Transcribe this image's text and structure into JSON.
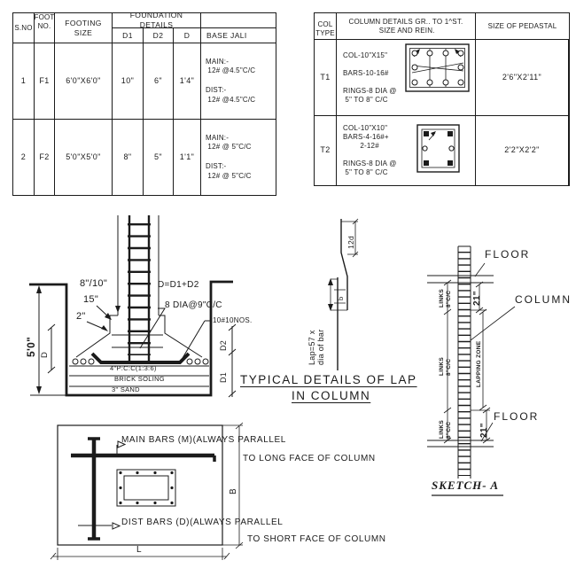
{
  "footing_table": {
    "headers": {
      "sno": "S.NO",
      "foot_no": "FOOT\nNO.",
      "footing_size": "FOOTING SIZE",
      "foundation_details": "FOUNDATION DETAILS",
      "d1": "D1",
      "d2": "D2",
      "d": "D",
      "base_jali": "BASE JALI"
    },
    "rows": [
      {
        "sno": "1",
        "foot_no": "F1",
        "size": "6'0\"X6'0\"",
        "d1": "10\"",
        "d2": "6\"",
        "d": "1'4\"",
        "base_jali": "MAIN:-\n 12# @4.5\"C/C\n\nDIST:-\n 12# @4.5\"C/C"
      },
      {
        "sno": "2",
        "foot_no": "F2",
        "size": "5'0\"X5'0\"",
        "d1": "8\"",
        "d2": "5\"",
        "d": "1'1\"",
        "base_jali": "MAIN:-\n 12# @ 5\"C/C\n\nDIST:-\n 12# @ 5\"C/C"
      }
    ]
  },
  "column_table": {
    "headers": {
      "col_type": "COL\nTYPE",
      "details": "COLUMN DETAILS GR.. TO 1^ST.\n SIZE AND REIN.",
      "pedestal": "SIZE OF PEDASTAL"
    },
    "rows": [
      {
        "type": "T1",
        "details": "COL-10\"X15\"\n\nBARS-10-16#\n\nRINGS-8 DIA @\n 5\" TO 8\" C/C",
        "pedestal": "2'6\"X2'11\""
      },
      {
        "type": "T2",
        "details": "COL-10\"X10\"\nBARS-4-16#+\n        2-12#\n\nRINGS-8 DIA @\n 5\" TO 8\" C/C",
        "pedestal": "2'2\"X2'2\""
      }
    ]
  },
  "foundation_section": {
    "dim_depth": "5'0\"",
    "dim_d": "D",
    "step_8_10": "8\"/10\"",
    "step_15": "15\"",
    "step_2": "2\"",
    "formula": "D=D1+D2",
    "bars_label": "8 DIA@9\"C/C",
    "bars_count": "10#10NOS.",
    "pcc": "4\"P:C:C(1:3:6)",
    "soling": "BRICK SOLING",
    "sand": "3\" SAND",
    "dim_d1": "D1",
    "dim_d2": "D2"
  },
  "lap_detail": {
    "crank": "12d",
    "offset": "b",
    "lap_note": "Lap=57 x\ndia of bar",
    "title_line1": "TYPICAL DETAILS OF LAP",
    "title_line2": "IN COLUMN"
  },
  "sketch_a": {
    "floor_top": "FLOOR",
    "floor_bottom": "FLOOR",
    "column": "COLUMN",
    "links": "LINKS\n8\"C/C",
    "lapping_zone": "LAPPING ZONE",
    "dim_21_top": "21\"",
    "dim_21_bottom": "21\"",
    "caption": "SKETCH- A"
  },
  "plan": {
    "main_bars_1": "MAIN BARS (M)(ALWAYS PARALLEL",
    "main_bars_2": "TO LONG FACE OF COLUMN",
    "dist_bars_1": "DIST BARS (D)(ALWAYS PARALLEL",
    "dist_bars_2": "TO SHORT FACE OF COLUMN",
    "dim_b": "B",
    "dim_l": "L"
  },
  "colors": {
    "ink": "#1b1b1b",
    "paper": "#ffffff"
  }
}
